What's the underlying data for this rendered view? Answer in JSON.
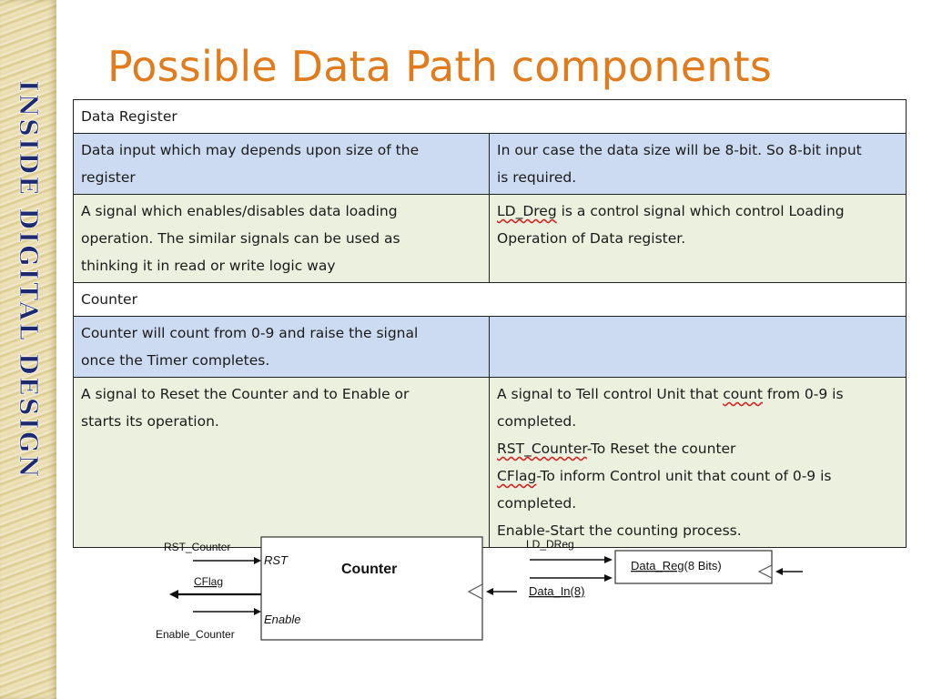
{
  "sidebar": {
    "text": "INSIDE DIGITAL DESIGN",
    "colors": {
      "band": "#e6d9a6",
      "text": "#1e2a6e"
    }
  },
  "slide": {
    "title": "Possible Data Path components",
    "title_color": "#e07b1e"
  },
  "table": {
    "sections": [
      {
        "header": "Data Register",
        "rows": [
          {
            "left": [
              "Data input which may depends  upon size of the",
              "register"
            ],
            "right": [
              "In our case the data size will be 8-bit. So 8-bit input",
              "is required."
            ]
          },
          {
            "left": [
              "A signal which enables/disables data loading",
              "operation. The similar signals can be used as",
              "thinking it in read or write logic way"
            ],
            "right_prefix": "LD_Dreg",
            "right_rest": " is a control signal which control Loading",
            "right_line2": "Operation of Data register."
          }
        ]
      },
      {
        "header": "Counter",
        "rows": [
          {
            "left": [
              "Counter will count from 0-9 and raise the signal",
              "once the Timer completes."
            ],
            "right": []
          },
          {
            "left": [
              "A signal to Reset the Counter and to Enable or",
              "starts its operation."
            ],
            "right_line1_a": "A signal to Tell control Unit that ",
            "right_line1_b": "count",
            "right_line1_c": " from 0-9 is",
            "right_line2": "completed.",
            "right_line3_a": "RST_Counter",
            "right_line3_b": "-To Reset the counter",
            "right_line4_a": "CFlag",
            "right_line4_b": "-To inform Control unit that count of 0-9 is",
            "right_line5": "completed.",
            "right_line6": "Enable-Start the counting  process."
          }
        ]
      }
    ],
    "colors": {
      "blue_row": "#cddbf2",
      "green_row": "#ebf1de",
      "border": "#222222"
    }
  },
  "diagram": {
    "counter": {
      "title": "Counter",
      "port_rst": "RST",
      "port_enable": "Enable"
    },
    "labels": {
      "rst_counter": "RST_Counter",
      "cflag": "CFlag",
      "enable_counter": "Enable_Counter",
      "ld_dreg": "LD_DReg",
      "data_in": "Data_In(8)"
    },
    "data_reg": {
      "title_a": "Data_Reg",
      "title_b": "(8 Bits)"
    }
  }
}
